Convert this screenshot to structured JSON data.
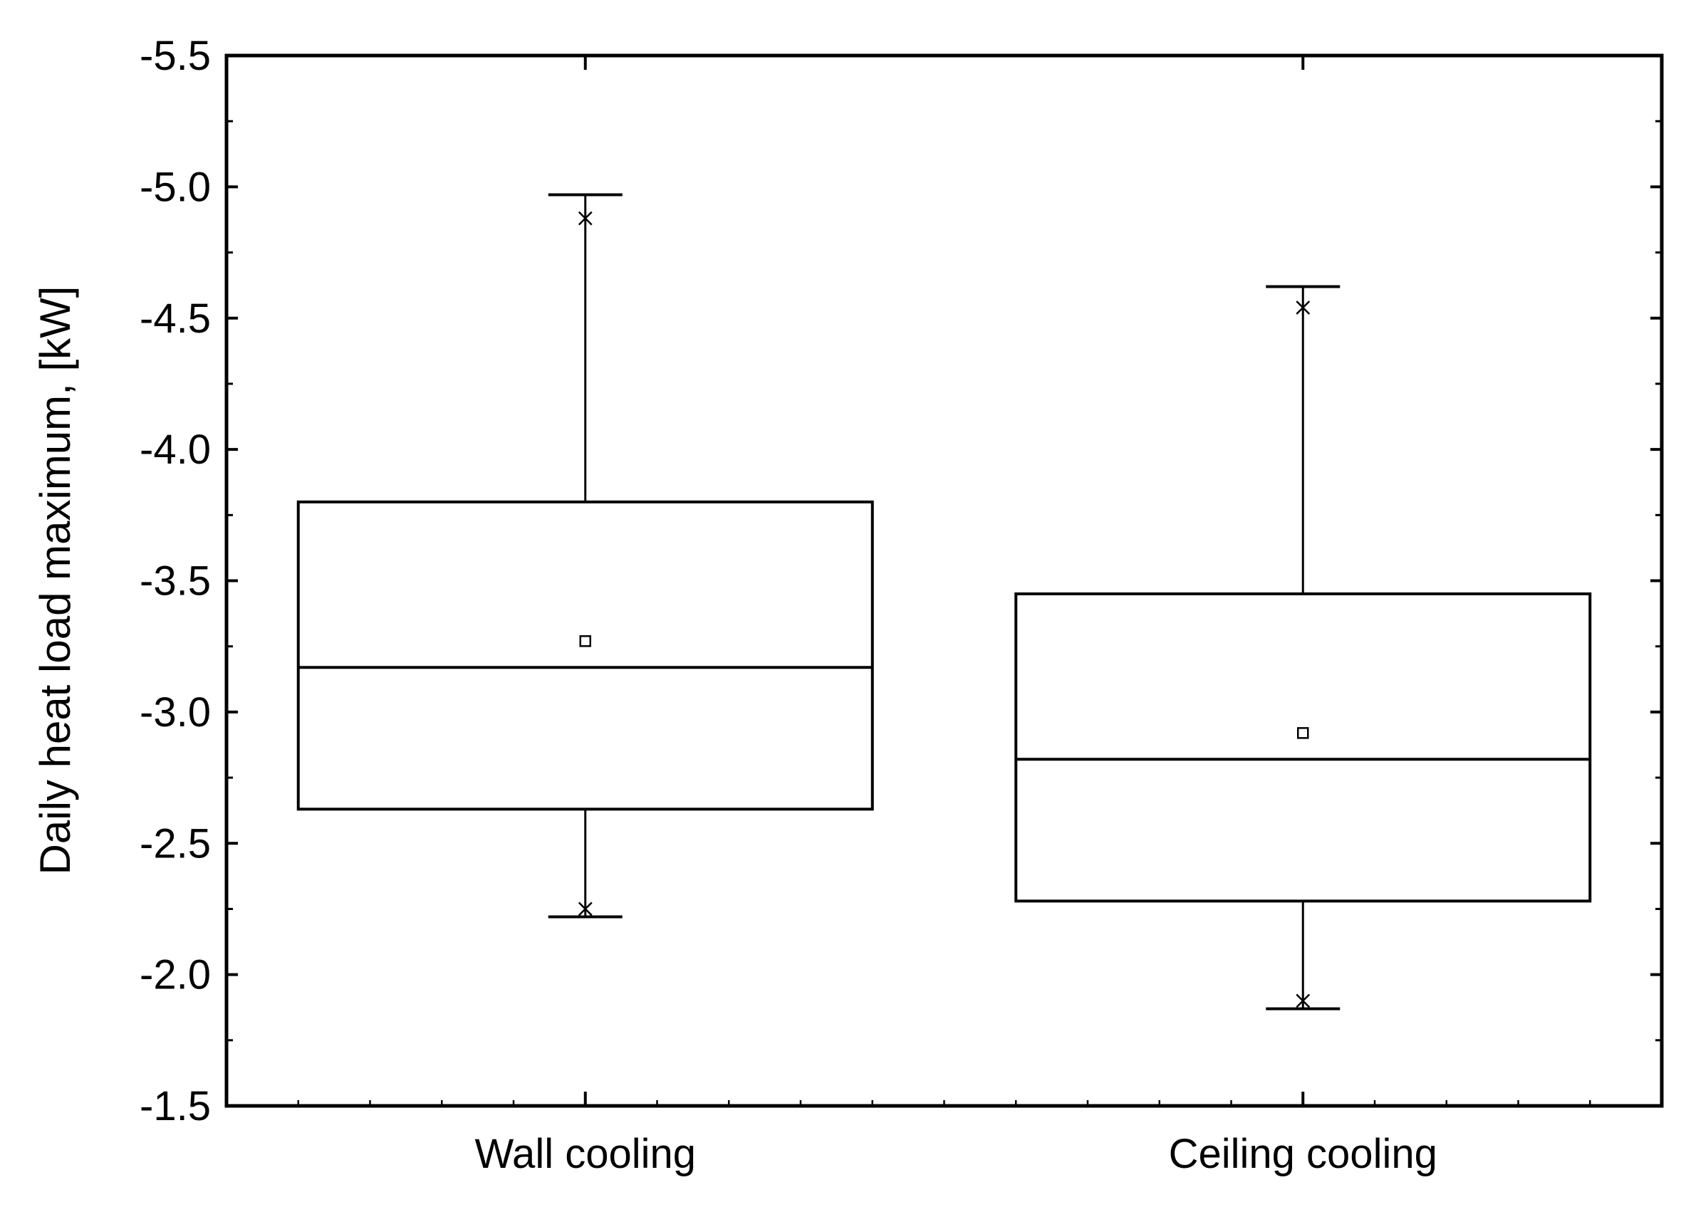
{
  "chart_data": {
    "type": "box",
    "title": "",
    "xlabel": "",
    "ylabel": "Daily heat load maximum, [kW]",
    "y_inverted": true,
    "ylim": [
      -5.5,
      -1.5
    ],
    "yticks": [
      "-5.5",
      "-5.0",
      "-4.5",
      "-4.0",
      "-3.5",
      "-3.0",
      "-2.5",
      "-2.0",
      "-1.5"
    ],
    "grid": false,
    "categories": [
      "Wall cooling",
      "Ceiling cooling"
    ],
    "boxes": [
      {
        "category": "Wall cooling",
        "whisker_low": -2.22,
        "q1": -2.63,
        "median": -3.17,
        "q3": -3.8,
        "whisker_high": -4.97,
        "mean": -3.27,
        "min": -2.25,
        "max": -4.88
      },
      {
        "category": "Ceiling cooling",
        "whisker_low": -1.87,
        "q1": -2.28,
        "median": -2.82,
        "q3": -3.45,
        "whisker_high": -4.62,
        "mean": -2.92,
        "min": -1.9,
        "max": -4.54
      }
    ]
  }
}
